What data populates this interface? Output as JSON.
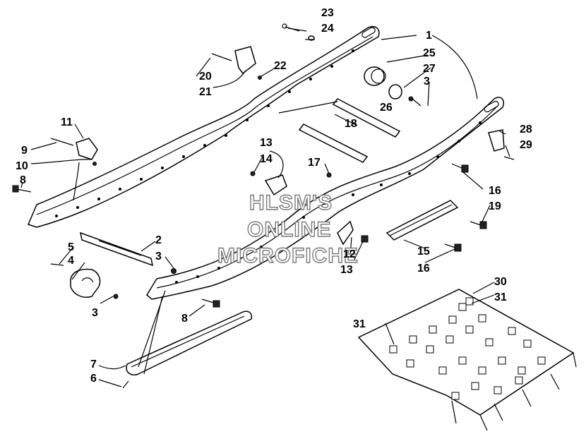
{
  "labels": {
    "l1": "1",
    "l2": "2",
    "l3a": "3",
    "l3b": "3",
    "l3c": "3",
    "l4": "4",
    "l5": "5",
    "l6": "6",
    "l7": "7",
    "l8a": "8",
    "l8b": "8",
    "l9": "9",
    "l10": "10",
    "l11": "11",
    "l12": "12",
    "l13a": "13",
    "l13b": "13",
    "l14": "14",
    "l15": "15",
    "l16a": "16",
    "l16b": "16",
    "l17": "17",
    "l18": "18",
    "l19": "19",
    "l20": "20",
    "l21": "21",
    "l22": "22",
    "l23": "23",
    "l24": "24",
    "l25": "25",
    "l26": "26",
    "l27": "27",
    "l28": "28",
    "l29": "29",
    "l30": "30",
    "l31a": "31",
    "l31b": "31"
  },
  "watermark": {
    "line1": "HLSM'S",
    "line2": "ONLINE",
    "line3": "MICROFICHE"
  }
}
